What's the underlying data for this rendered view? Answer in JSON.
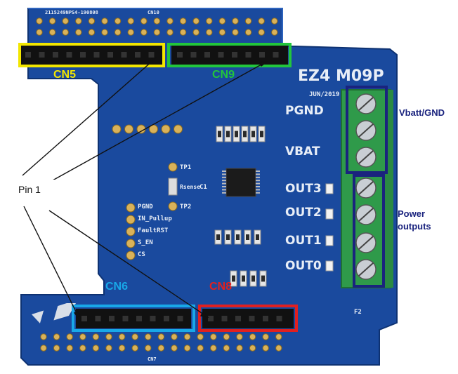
{
  "callouts": {
    "cn5": "CN5",
    "cn9": "CN9",
    "cn6": "CN6",
    "cn8": "CN8",
    "pin1": "Pin 1",
    "vbatt_gnd": "Vbatt/GND",
    "power_outputs": "Power outputs"
  },
  "silkscreen": {
    "board_id": "EZ4 M09P",
    "date": "JUN/2019",
    "pgnd": "PGND",
    "vbat": "VBAT",
    "out3": "OUT3",
    "out2": "OUT2",
    "out1": "OUT1",
    "out0": "OUT0",
    "pin_pgnd": "PGND",
    "pin_in_pullup": "IN_Pullup",
    "pin_faultrst": "FaultRST",
    "pin_s_en": "S_EN",
    "pin_cs": "CS",
    "tp1": "TP1",
    "tp2": "TP2",
    "rsense": "Rsense",
    "c1": "C1",
    "cn10": "CN10",
    "cn7": "CN7",
    "f2": "F2",
    "serial": "2115249NPS4-190808"
  },
  "colors": {
    "board": "#1a4a9e",
    "cn5_box": "#f2e600",
    "cn9_box": "#22c63c",
    "cn6_box": "#18a8e8",
    "cn8_box": "#e02020",
    "cn5_label": "#f2e600",
    "cn9_label": "#22c63c",
    "cn6_label": "#18a8e8",
    "cn8_label": "#e02020",
    "navy_box": "#1a237e",
    "terminal": "#2f9a4a"
  }
}
